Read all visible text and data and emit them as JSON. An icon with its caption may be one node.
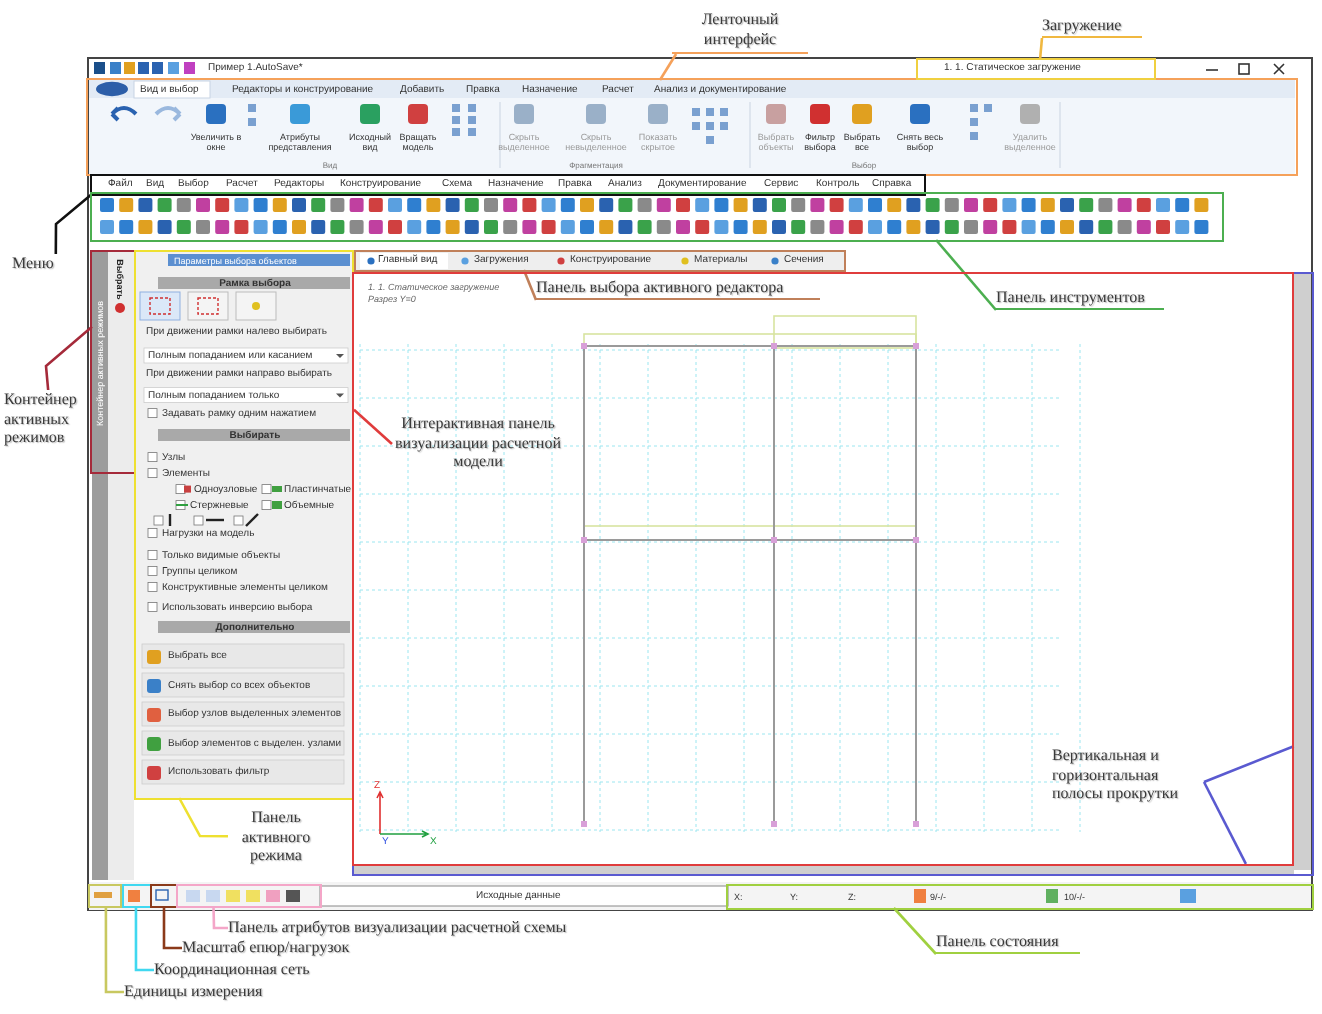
{
  "diagram": {
    "nodes": [
      {
        "text": [
          "Ленточный интерфейс"
        ]
      },
      {
        "text": [
          "Загружение"
        ]
      },
      {
        "text": [
          "Вид и выбор",
          "Редакторы и конструирование",
          "Добавить",
          "Правка",
          "Назначение",
          "Расчет",
          "Анализ и документирование",
          "Увеличить в окне",
          "Атрибуты представления",
          "Исходный вид",
          "Вращать модель",
          "Скрыть выделенное",
          "Скрыть невыделенное",
          "Показать скрытое",
          "Выбрать объекты",
          "Фильтр выбора",
          "Выбрать все",
          "Снять весь выбор",
          "Удалить выделенное",
          "Вид",
          "Фрагментация",
          "Выбор"
        ]
      },
      {
        "text": [
          "1. 1. Статическое загружение"
        ]
      },
      {
        "text": [
          "Меню"
        ]
      },
      {
        "text": [
          "Файл",
          "Вид",
          "Выбор",
          "Расчет",
          "Редакторы",
          "Конструирование",
          "Схема",
          "Назначение",
          "Правка",
          "Анализ",
          "Документирование",
          "Сервис",
          "Контроль",
          "Справка"
        ]
      },
      {
        "text": [],
        "shape": "box"
      },
      {
        "text": [
          "Панель инструментов"
        ],
        "in": 14
      },
      {
        "text": [
          "Контейнер активных режимов"
        ]
      },
      {
        "text": [
          "Контейнер активных режимов",
          "Выбрать"
        ]
      },
      {
        "text": [
          "Параметры выбора объектов",
          "Рамка выбора",
          "При движении рамки налево выбирать",
          "Полным попаданием или касанием",
          "При движении рамки направо выбирать",
          "Полным попаданием только",
          "Задавать рамку одним нажатием",
          "Выбирать",
          "Узлы",
          "Элементы",
          "Одноузловые",
          "Пластинчатые",
          "Стержневые",
          "Объемные",
          "Нагрузки на модель",
          "Только видимые объекты",
          "Группы целиком",
          "Конструктивные элементы целиком",
          "Использовать инверсию выбора",
          "Дополнительно",
          "Выбрать все",
          "Снять выбор со всех объектов",
          "Выбор узлов выделенных элементов",
          "Выбор элементов с выделен. узлами",
          "Использовать фильтр"
        ]
      },
      {
        "text": [
          "Панель активного режима"
        ]
      },
      {
        "text": [
          "Главный вид",
          "Загружения",
          "Конструирование",
          "Материалы",
          "Сечения"
        ]
      },
      {
        "text": [
          "Панель выбора активного редактора"
        ],
        "in": 14
      },
      {
        "text": [
          "1. 1. Статическое загружение",
          "Разрез Y=0",
          "Z",
          "Y",
          "X"
        ],
        "in": 16
      },
      {
        "text": [
          "Интерактивная панель визуализации расчетной модели"
        ],
        "in": 14
      },
      {
        "text": [],
        "shape": "box"
      },
      {
        "text": [
          "Вертикальная и горизонтальная полосы прокрутки"
        ],
        "in": 14
      },
      {
        "text": [
          "X:",
          "Y:",
          "Z:",
          "9/-/-",
          "10/-/-"
        ]
      },
      {
        "text": [
          "Панель состояния"
        ]
      },
      {
        "text": [],
        "shape": "box"
      },
      {
        "text": [],
        "shape": "box"
      },
      {
        "text": [],
        "shape": "box"
      },
      {
        "text": [],
        "shape": "box"
      },
      {
        "text": [
          "Панель атрибутов визуализации расчетной схемы"
        ]
      },
      {
        "text": [
          "Масштаб епюр/нагрузок"
        ]
      },
      {
        "text": [
          "Координационная сеть"
        ]
      },
      {
        "text": [
          "Единицы измерения"
        ]
      }
    ],
    "edges": [
      {
        "from": 0,
        "to": 2,
        "arrow": "none",
        "color": "#f5a15a"
      },
      {
        "from": 1,
        "to": 3,
        "arrow": "none",
        "color": "#f0b840"
      },
      {
        "from": 4,
        "to": 5,
        "arrow": "none",
        "color": "#111111"
      },
      {
        "from": 7,
        "to": 6,
        "arrow": "none",
        "color": "#4caf50"
      },
      {
        "from": 8,
        "to": 9,
        "arrow": "none",
        "color": "#a52a3a"
      },
      {
        "from": 11,
        "to": 10,
        "arrow": "none",
        "color": "#eee030"
      },
      {
        "from": 13,
        "to": 12,
        "arrow": "none",
        "color": "#c0805a"
      },
      {
        "from": 15,
        "to": 14,
        "arrow": "none",
        "color": "#e03c3c"
      },
      {
        "from": 17,
        "to": 16,
        "arrow": "none",
        "color": "#5a5ad0"
      },
      {
        "from": 17,
        "to": 16,
        "arrow": "none",
        "color": "#5a5ad0"
      },
      {
        "from": 19,
        "to": 18,
        "arrow": "none",
        "color": "#a0d040"
      },
      {
        "from": 24,
        "to": 23,
        "arrow": "none",
        "color": "#f4a6c8"
      },
      {
        "from": 25,
        "to": 22,
        "arrow": "none",
        "color": "#8b3a1a"
      },
      {
        "from": 26,
        "to": 21,
        "arrow": "none",
        "color": "#40d8f0"
      },
      {
        "from": 27,
        "to": 20,
        "arrow": "none",
        "color": "#c8c860"
      }
    ],
    "labels": [
      "Пример 1.AutoSave*",
      "Исходные данные"
    ]
  }
}
